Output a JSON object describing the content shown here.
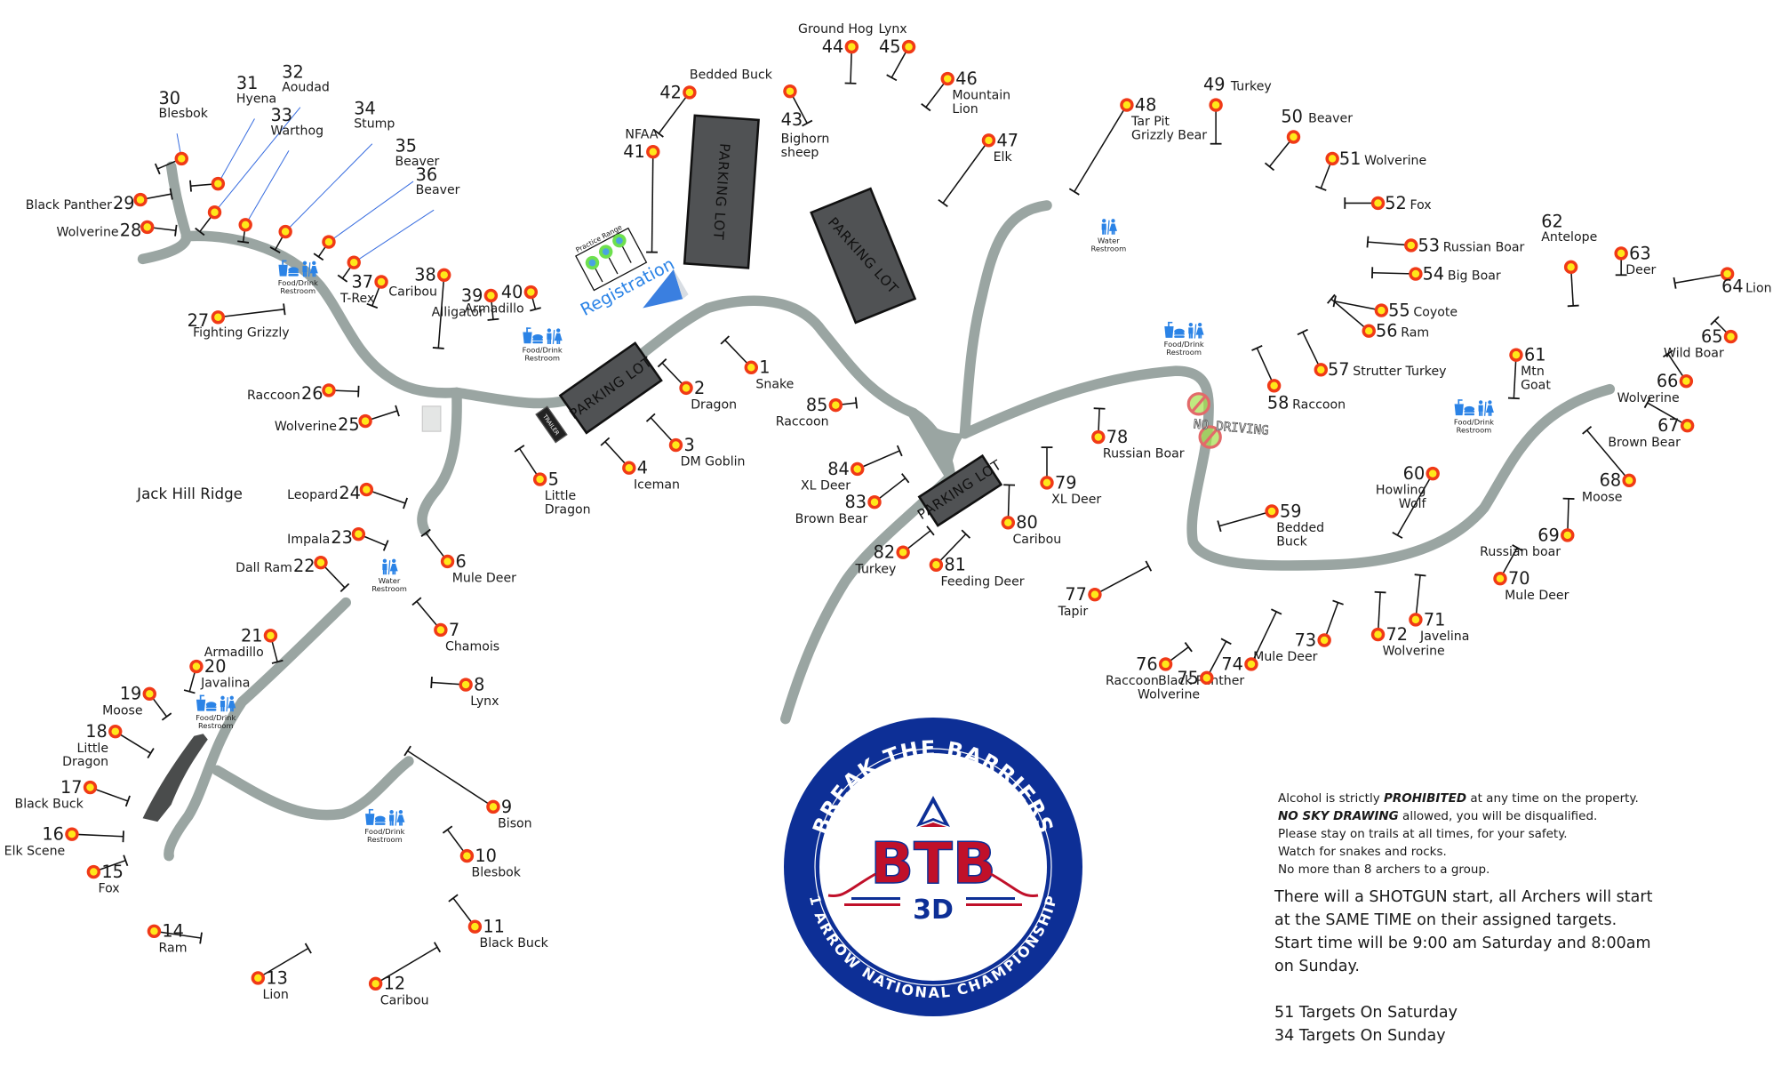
{
  "map": {
    "region_label": "Jack Hill Ridge",
    "registration_label": "Registration",
    "practice_range_label": "Practice Range",
    "parking_lot_label": "PARKING LOT",
    "trailer_label": "TRAILER",
    "no_driving_label": "NO DRIVING",
    "amenities": {
      "food_restroom": "Food/Drink\nRestroom",
      "water_restroom": "Water\nRestroom"
    },
    "colors": {
      "trail": "#9aa5a2",
      "marker_ring": "#f03a17",
      "marker_center": "#ffe81a",
      "amenity_icon": "#2b83e6",
      "parking_lot": "#505254",
      "logo_blue": "#0d2f96",
      "logo_red": "#c0102a"
    },
    "targets": [
      {
        "num": "1",
        "name": "Snake"
      },
      {
        "num": "2",
        "name": "Dragon"
      },
      {
        "num": "3",
        "name": "DM Goblin"
      },
      {
        "num": "4",
        "name": "Iceman"
      },
      {
        "num": "5",
        "name": "Little Dragon"
      },
      {
        "num": "6",
        "name": "Mule Deer"
      },
      {
        "num": "7",
        "name": "Chamois"
      },
      {
        "num": "8",
        "name": "Lynx"
      },
      {
        "num": "9",
        "name": "Bison"
      },
      {
        "num": "10",
        "name": "Blesbok"
      },
      {
        "num": "11",
        "name": "Black Buck"
      },
      {
        "num": "12",
        "name": "Caribou"
      },
      {
        "num": "13",
        "name": "Lion"
      },
      {
        "num": "14",
        "name": "Ram"
      },
      {
        "num": "15",
        "name": "Fox"
      },
      {
        "num": "16",
        "name": "Elk Scene"
      },
      {
        "num": "17",
        "name": "Black Buck"
      },
      {
        "num": "18",
        "name": "Little Dragon"
      },
      {
        "num": "19",
        "name": "Moose"
      },
      {
        "num": "20",
        "name": "Javalina"
      },
      {
        "num": "21",
        "name": "Armadillo"
      },
      {
        "num": "22",
        "name": "Dall Ram"
      },
      {
        "num": "23",
        "name": "Impala"
      },
      {
        "num": "24",
        "name": "Leopard"
      },
      {
        "num": "25",
        "name": "Wolverine"
      },
      {
        "num": "26",
        "name": "Raccoon"
      },
      {
        "num": "27",
        "name": "Fighting Grizzly"
      },
      {
        "num": "28",
        "name": "Wolverine"
      },
      {
        "num": "29",
        "name": "Black Panther"
      },
      {
        "num": "30",
        "name": "Blesbok"
      },
      {
        "num": "31",
        "name": "Hyena"
      },
      {
        "num": "32",
        "name": "Aoudad"
      },
      {
        "num": "33",
        "name": "Warthog"
      },
      {
        "num": "34",
        "name": "Stump"
      },
      {
        "num": "35",
        "name": "Beaver"
      },
      {
        "num": "36",
        "name": "Beaver"
      },
      {
        "num": "37",
        "name": "T-Rex"
      },
      {
        "num": "38",
        "name": "Caribou"
      },
      {
        "num": "39",
        "name": "Alligator"
      },
      {
        "num": "40",
        "name": "Armadillo"
      },
      {
        "num": "41",
        "name": "NFAA"
      },
      {
        "num": "42",
        "name": "Bedded Buck"
      },
      {
        "num": "43",
        "name": "Bighorn sheep"
      },
      {
        "num": "44",
        "name": "Ground Hog"
      },
      {
        "num": "45",
        "name": "Lynx"
      },
      {
        "num": "46",
        "name": "Mountain Lion"
      },
      {
        "num": "47",
        "name": "Elk"
      },
      {
        "num": "48",
        "name": "Tar Pit Grizzly Bear"
      },
      {
        "num": "49",
        "name": "Turkey"
      },
      {
        "num": "50",
        "name": "Beaver"
      },
      {
        "num": "51",
        "name": "Wolverine"
      },
      {
        "num": "52",
        "name": "Fox"
      },
      {
        "num": "53",
        "name": "Russian Boar"
      },
      {
        "num": "54",
        "name": "Big Boar"
      },
      {
        "num": "55",
        "name": "Coyote"
      },
      {
        "num": "56",
        "name": "Ram"
      },
      {
        "num": "57",
        "name": "Strutter Turkey"
      },
      {
        "num": "58",
        "name": "Raccoon"
      },
      {
        "num": "59",
        "name": "Bedded Buck"
      },
      {
        "num": "60",
        "name": "Howling Wolf"
      },
      {
        "num": "61",
        "name": "Mtn Goat"
      },
      {
        "num": "62",
        "name": "Antelope"
      },
      {
        "num": "63",
        "name": "Deer"
      },
      {
        "num": "64",
        "name": "Lion"
      },
      {
        "num": "65",
        "name": "Wild Boar"
      },
      {
        "num": "66",
        "name": "Wolverine"
      },
      {
        "num": "67",
        "name": "Brown Bear"
      },
      {
        "num": "68",
        "name": "Moose"
      },
      {
        "num": "69",
        "name": "Russian boar"
      },
      {
        "num": "70",
        "name": "Mule Deer"
      },
      {
        "num": "71",
        "name": "Javelina"
      },
      {
        "num": "72",
        "name": "Wolverine"
      },
      {
        "num": "73",
        "name": "Mule Deer"
      },
      {
        "num": "74",
        "name": "Black Panther"
      },
      {
        "num": "75",
        "name": "Wolverine"
      },
      {
        "num": "76",
        "name": "Raccoon"
      },
      {
        "num": "77",
        "name": "Tapir"
      },
      {
        "num": "78",
        "name": "Russian Boar"
      },
      {
        "num": "79",
        "name": "XL Deer"
      },
      {
        "num": "80",
        "name": "Caribou"
      },
      {
        "num": "81",
        "name": "Feeding Deer"
      },
      {
        "num": "82",
        "name": "Turkey"
      },
      {
        "num": "83",
        "name": "Brown Bear"
      },
      {
        "num": "84",
        "name": "XL Deer"
      },
      {
        "num": "85",
        "name": "Raccoon"
      }
    ]
  },
  "logo": {
    "top_text": "BREAK THE BARRIERS",
    "bottom_text": "1 ARROW NATIONAL CHAMPIONSHIP",
    "main": "BTB",
    "sub": "3D"
  },
  "rules": {
    "line1_pre": "Alcohol is strictly ",
    "line1_em": "PROHIBITED",
    "line1_post": " at any time on the property.",
    "line2_em": "NO SKY DRAWING",
    "line2_post": " allowed, you will be disqualified.",
    "line3": "Please stay on trails at all times, for your safety.",
    "line4": "Watch for snakes and rocks.",
    "line5": "No more than 8 archers to a group."
  },
  "start_info": {
    "line1": "There will a SHOTGUN start, all Archers will start",
    "line2": "at the SAME TIME on their assigned targets.",
    "line3": "Start time will be 9:00 am Saturday and 8:00am",
    "line4": "on Sunday."
  },
  "target_counts": {
    "saturday": "51 Targets On Saturday",
    "sunday": "34 Targets On Sunday"
  }
}
